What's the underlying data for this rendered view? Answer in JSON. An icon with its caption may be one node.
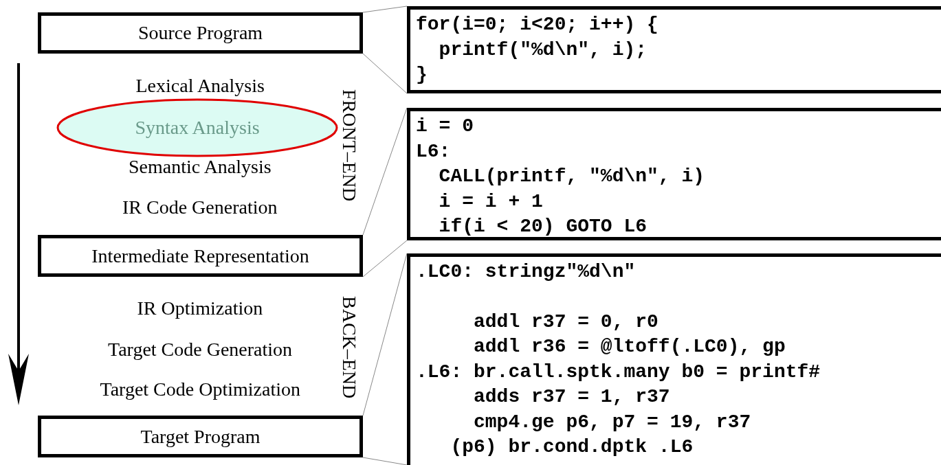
{
  "diagram": {
    "nodes": [
      {
        "text": [
          "Source Program"
        ]
      },
      {
        "text": [
          "for(i=0; i<20; i++) {",
          "  printf(\"%d\\n\", i);",
          "}"
        ]
      },
      {
        "text": [
          "Syntax Analysis"
        ]
      },
      {
        "text": [
          "i = 0",
          "L6:",
          "  CALL(printf, \"%d\\n\", i)",
          "  i = i + 1",
          "  if(i < 20) GOTO L6"
        ]
      },
      {
        "text": [
          "Intermediate Representation"
        ]
      },
      {
        "text": [
          ".LC0: stringz\"%d\\n\"",
          "     addl r37 = 0, r0",
          "     addl r36 = @ltoff(.LC0), gp",
          ".L6: br.call.sptk.many b0 = printf#",
          "     adds r37 = 1, r37",
          "     cmp4.ge p6, p7 = 19, r37",
          "   (p6) br.cond.dptk .L6"
        ]
      },
      {
        "text": [
          "Target Program"
        ]
      }
    ],
    "edges": [
      {
        "from": 0,
        "to": 1,
        "arrow": "none"
      },
      {
        "from": 0,
        "to": 1,
        "arrow": "none"
      },
      {
        "from": 4,
        "to": 3,
        "arrow": "none"
      },
      {
        "from": 4,
        "to": 3,
        "arrow": "none"
      },
      {
        "from": 6,
        "to": 5,
        "arrow": "none"
      },
      {
        "from": 6,
        "to": 5,
        "arrow": "none"
      }
    ],
    "labels": [
      "Lexical Analysis",
      "FRONT–END",
      "Semantic Analysis",
      "IR Code Generation",
      "IR Optimization",
      "BACK–END",
      "Target Code Generation",
      "Target Code Optimization"
    ]
  }
}
